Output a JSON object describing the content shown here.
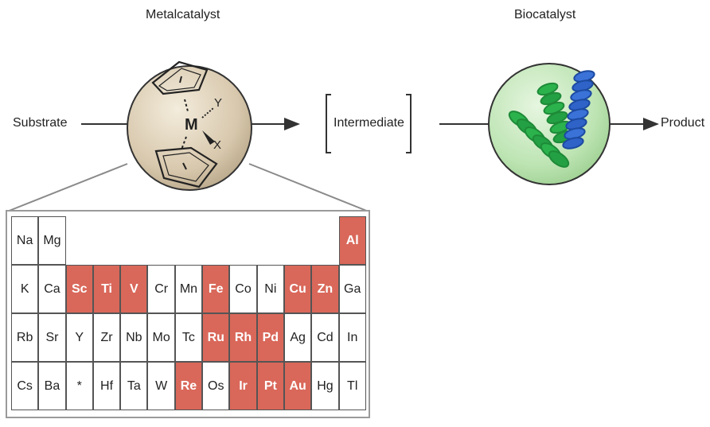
{
  "labels": {
    "metalcatalyst": "Metalcatalyst",
    "biocatalyst": "Biocatalyst",
    "substrate": "Substrate",
    "intermediate": "Intermediate",
    "product": "Product"
  },
  "complex": {
    "metal": "M",
    "ligand_y": "Y",
    "ligand_x": "X"
  },
  "colors": {
    "highlight": "#d9685a",
    "metal_sphere": "#d8c8ad",
    "bio_sphere": "#bde4b3",
    "helix_green": "#23a043",
    "helix_blue": "#2f63c8"
  },
  "periodic_table": {
    "row1": [
      {
        "symbol": "Na",
        "highlighted": false
      },
      {
        "symbol": "Mg",
        "highlighted": false
      },
      {
        "symbol": "Al",
        "highlighted": true
      }
    ],
    "row2": [
      {
        "symbol": "K",
        "highlighted": false
      },
      {
        "symbol": "Ca",
        "highlighted": false
      },
      {
        "symbol": "Sc",
        "highlighted": true
      },
      {
        "symbol": "Ti",
        "highlighted": true
      },
      {
        "symbol": "V",
        "highlighted": true
      },
      {
        "symbol": "Cr",
        "highlighted": false
      },
      {
        "symbol": "Mn",
        "highlighted": false
      },
      {
        "symbol": "Fe",
        "highlighted": true
      },
      {
        "symbol": "Co",
        "highlighted": false
      },
      {
        "symbol": "Ni",
        "highlighted": false
      },
      {
        "symbol": "Cu",
        "highlighted": true
      },
      {
        "symbol": "Zn",
        "highlighted": true
      },
      {
        "symbol": "Ga",
        "highlighted": false
      }
    ],
    "row3": [
      {
        "symbol": "Rb",
        "highlighted": false
      },
      {
        "symbol": "Sr",
        "highlighted": false
      },
      {
        "symbol": "Y",
        "highlighted": false
      },
      {
        "symbol": "Zr",
        "highlighted": false
      },
      {
        "symbol": "Nb",
        "highlighted": false
      },
      {
        "symbol": "Mo",
        "highlighted": false
      },
      {
        "symbol": "Tc",
        "highlighted": false
      },
      {
        "symbol": "Ru",
        "highlighted": true
      },
      {
        "symbol": "Rh",
        "highlighted": true
      },
      {
        "symbol": "Pd",
        "highlighted": true
      },
      {
        "symbol": "Ag",
        "highlighted": false
      },
      {
        "symbol": "Cd",
        "highlighted": false
      },
      {
        "symbol": "In",
        "highlighted": false
      }
    ],
    "row4": [
      {
        "symbol": "Cs",
        "highlighted": false
      },
      {
        "symbol": "Ba",
        "highlighted": false
      },
      {
        "symbol": "*",
        "highlighted": false
      },
      {
        "symbol": "Hf",
        "highlighted": false
      },
      {
        "symbol": "Ta",
        "highlighted": false
      },
      {
        "symbol": "W",
        "highlighted": false
      },
      {
        "symbol": "Re",
        "highlighted": true
      },
      {
        "symbol": "Os",
        "highlighted": false
      },
      {
        "symbol": "Ir",
        "highlighted": true
      },
      {
        "symbol": "Pt",
        "highlighted": true
      },
      {
        "symbol": "Au",
        "highlighted": true
      },
      {
        "symbol": "Hg",
        "highlighted": false
      },
      {
        "symbol": "Tl",
        "highlighted": false
      }
    ]
  }
}
